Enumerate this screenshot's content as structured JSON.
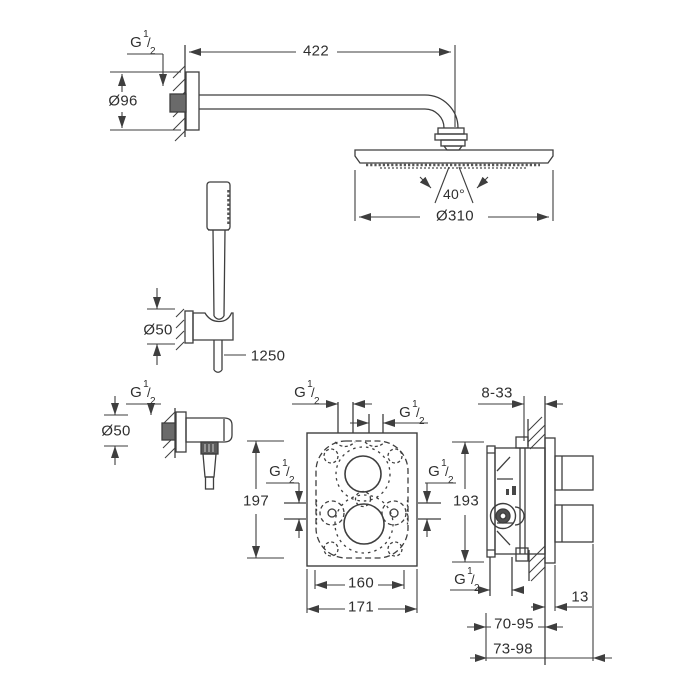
{
  "thread_label": {
    "base": "G",
    "sup": "1",
    "slash": "/",
    "sub": "2"
  },
  "head_shower_view": {
    "arm_length": "422",
    "flange_diameter": "Ø96",
    "spray_angle": "40°",
    "head_diameter": "Ø310"
  },
  "hand_shower_view": {
    "holder_diameter": "Ø50",
    "hose_length": "1250"
  },
  "outlet_elbow_view": {
    "flange_diameter": "Ø50"
  },
  "mixer_front_view": {
    "plate_height": "197",
    "inner_width": "160",
    "plate_width": "171"
  },
  "mixer_side_view": {
    "wall_depth": "8-33",
    "body_height": "193",
    "trim_depth": "13",
    "install_depth_min": "70-95",
    "install_depth_max": "73-98"
  }
}
